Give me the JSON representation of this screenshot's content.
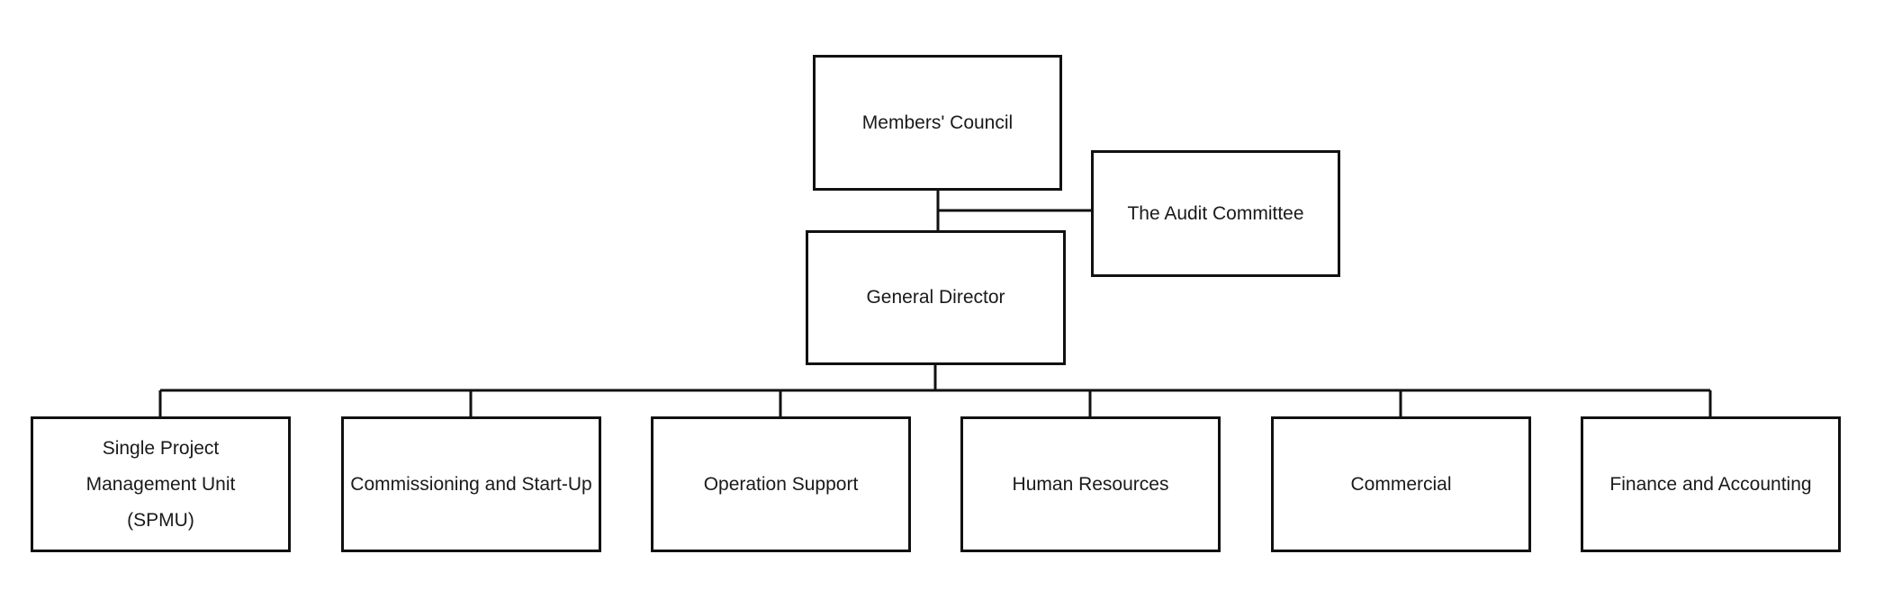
{
  "nodes": {
    "members_council": "Members' Council",
    "audit_committee": "The Audit Committee",
    "general_director": "General Director",
    "spmu": [
      "Single Project",
      "Management Unit",
      "(SPMU)"
    ],
    "commissioning": "Commissioning and Start-Up",
    "operation_support": "Operation Support",
    "human_resources": "Human Resources",
    "commercial": "Commercial",
    "finance": "Finance and Accounting"
  },
  "edges": [
    [
      "members_council",
      "general_director"
    ],
    [
      "audit_committee",
      "members_council-general_director"
    ],
    [
      "general_director",
      "spmu"
    ],
    [
      "general_director",
      "commissioning"
    ],
    [
      "general_director",
      "operation_support"
    ],
    [
      "general_director",
      "human_resources"
    ],
    [
      "general_director",
      "commercial"
    ],
    [
      "general_director",
      "finance"
    ]
  ]
}
